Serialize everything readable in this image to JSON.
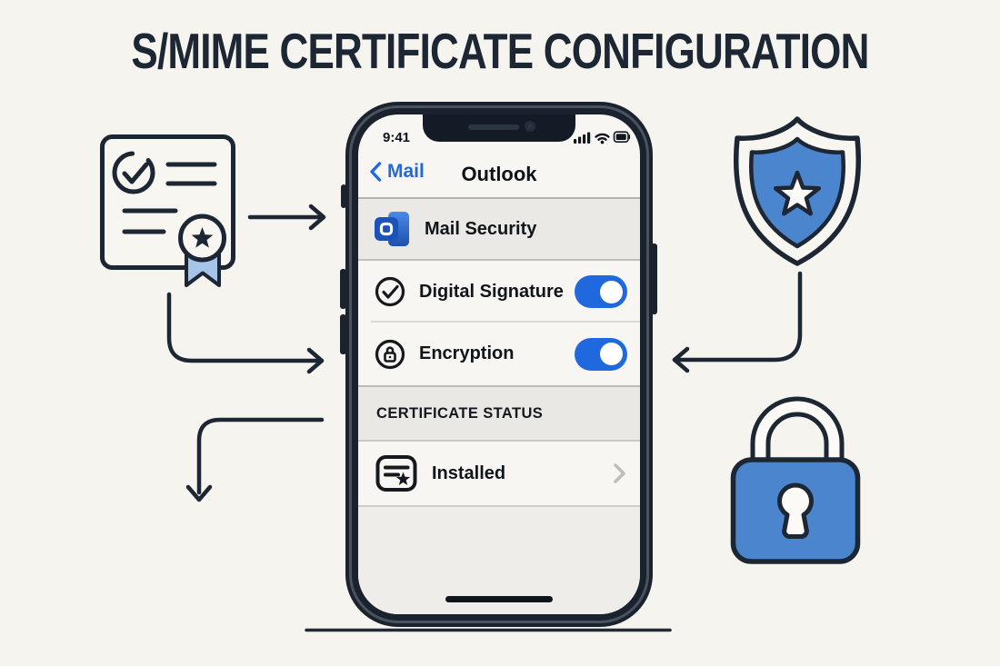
{
  "title": "S/MIME CERTIFICATE CONFIGURATION",
  "colors": {
    "background": "#f6f4ef",
    "outline_dark": "#1d2633",
    "accent_blue": "#2268de",
    "toggle_blue": "#1f68dd",
    "illustration_fill_blue": "#4a85cd",
    "ribbon_light_blue": "#a6c4e7"
  },
  "phone": {
    "status_bar": {
      "time": "9:41",
      "icons": [
        "cellular-signal-icon",
        "wifi-icon",
        "battery-icon"
      ]
    },
    "nav_bar": {
      "back_label": "Mail",
      "title": "Outlook",
      "back_icon": "chevron-left-icon"
    },
    "settings": {
      "mail_security": {
        "label": "Mail Security",
        "icon": "outlook-logo-icon"
      },
      "digital_signature": {
        "label": "Digital Signature",
        "icon": "checkmark-circle-icon",
        "enabled": true
      },
      "encryption": {
        "label": "Encryption",
        "icon": "lock-circle-icon",
        "enabled": true
      },
      "certificate_section": {
        "header": "CERTIFICATE STATUS",
        "status_row": {
          "label": "Installed",
          "icon": "certificate-badge-icon",
          "disclosure_icon": "chevron-right-icon"
        }
      }
    }
  },
  "illustrations": {
    "left": "certificate-document-icon",
    "top_right": "shield-star-icon",
    "bottom_right": "padlock-icon",
    "arrows": [
      "certificate-to-phone",
      "certificate-bottom-to-phone",
      "phone-to-down-left",
      "shield-to-phone"
    ]
  }
}
